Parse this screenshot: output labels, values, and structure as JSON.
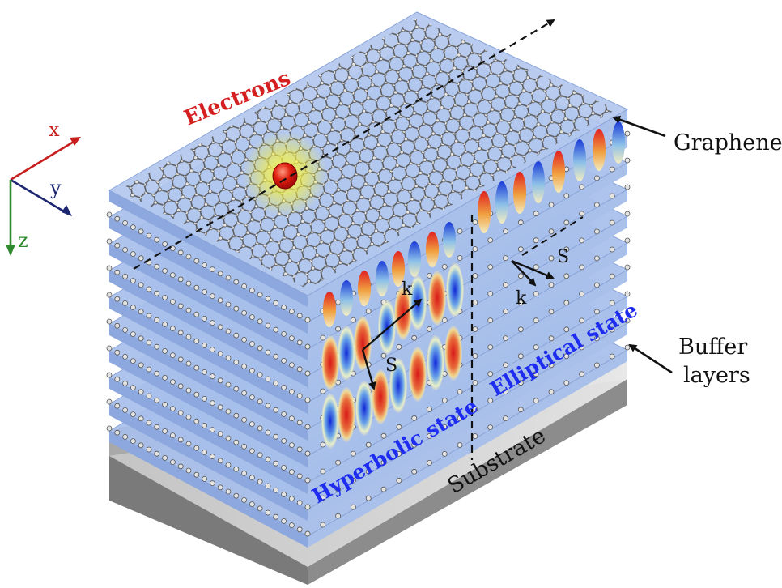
{
  "labels": {
    "electrons": "Electrons",
    "graphene": "Graphene",
    "buffer_line1": "Buffer",
    "buffer_line2": "layers",
    "substrate": "Substrate",
    "hyperbolic": "Hyperbolic state",
    "elliptical": "Elliptical state",
    "k_left": "k",
    "s_left": "S",
    "k_right": "k",
    "s_right": "S"
  },
  "axes": {
    "x": "x",
    "y": "y",
    "z": "z"
  },
  "colors": {
    "electrons_text": "#d42020",
    "state_text": "#1e2cf0",
    "x_axis": "#c81e1e",
    "y_axis": "#1c2670",
    "z_axis": "#2e8a2e",
    "layer_fill": "#9fb7e6",
    "substrate": "#c8c8c8"
  }
}
